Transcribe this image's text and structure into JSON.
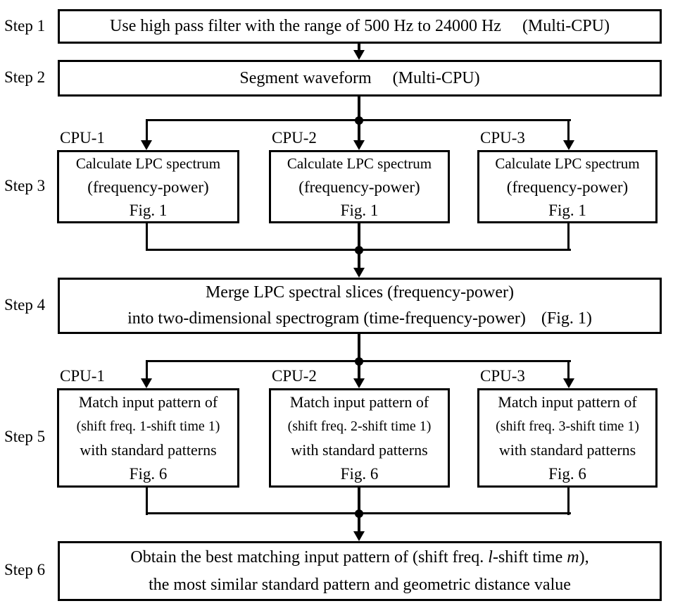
{
  "diagram": {
    "step_labels": [
      "Step 1",
      "Step 2",
      "Step 3",
      "Step 4",
      "Step 5",
      "Step 6"
    ],
    "step1": {
      "text": "Use high pass filter with the range of 500 Hz to 24000 Hz",
      "cpu_tag": "(Multi-CPU)"
    },
    "step2": {
      "text": "Segment waveform",
      "cpu_tag": "(Multi-CPU)"
    },
    "step3": {
      "cpu_labels": [
        "CPU-1",
        "CPU-2",
        "CPU-3"
      ],
      "boxes": [
        {
          "line1": "Calculate LPC spectrum",
          "line2": "(frequency-power)",
          "line3": "Fig. 1"
        },
        {
          "line1": "Calculate LPC spectrum",
          "line2": "(frequency-power)",
          "line3": "Fig. 1"
        },
        {
          "line1": "Calculate LPC spectrum",
          "line2": "(frequency-power)",
          "line3": "Fig. 1"
        }
      ]
    },
    "step4": {
      "line1": "Merge LPC spectral slices (frequency-power)",
      "line2": "into two-dimensional spectrogram (time-frequency-power)",
      "fig_tag": "(Fig. 1)"
    },
    "step5": {
      "cpu_labels": [
        "CPU-1",
        "CPU-2",
        "CPU-3"
      ],
      "boxes": [
        {
          "line1": "Match input pattern of",
          "line2": "(shift freq. 1-shift time 1)",
          "line3": "with standard patterns",
          "line4": "Fig. 6"
        },
        {
          "line1": "Match input pattern of",
          "line2": "(shift freq. 2-shift time 1)",
          "line3": "with standard patterns",
          "line4": "Fig. 6"
        },
        {
          "line1": "Match input pattern of",
          "line2": "(shift freq. 3-shift time 1)",
          "line3": "with standard patterns",
          "line4": "Fig. 6"
        }
      ]
    },
    "step6": {
      "line1_pre": "Obtain the best matching input pattern of (shift freq. ",
      "line1_var1": "l",
      "line1_mid": "-shift time ",
      "line1_var2": "m",
      "line1_post": "),",
      "line2": "the most similar standard pattern and geometric distance value"
    },
    "colors": {
      "line": "#000000",
      "background": "#ffffff",
      "text": "#000000"
    }
  }
}
